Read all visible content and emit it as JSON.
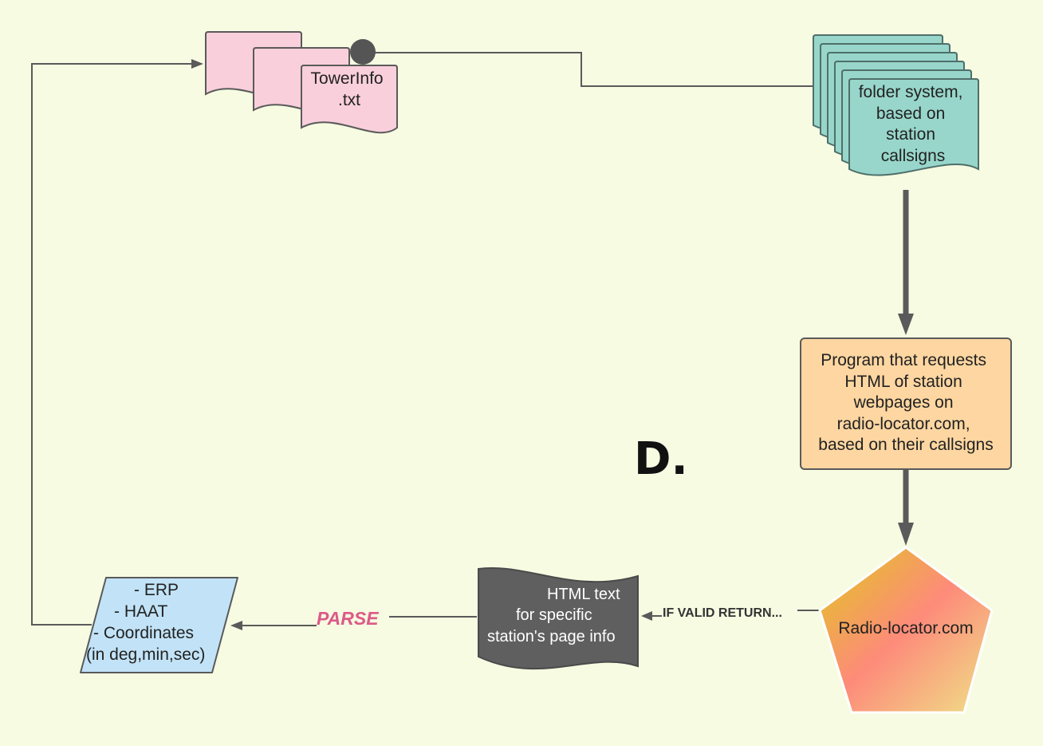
{
  "colors": {
    "background": "#f6fbe2",
    "tower_doc_fill": "#f9cfdc",
    "folder_fill": "#98d6cb",
    "program_fill": "#fdd6a1",
    "html_doc_fill": "#5f5f5f",
    "output_fill": "#c2e3f7",
    "line": "#5a5a5a",
    "parse_text": "#dd5a87",
    "pentagon_gradient": [
      "#e1c91d",
      "#fd8b7a",
      "#efe187"
    ]
  },
  "nodes": {
    "tower_doc": {
      "lines": [
        "TowerInfo",
        ".txt"
      ],
      "shape": "stacked-documents"
    },
    "folder": {
      "lines": [
        "folder system,",
        "based on",
        "station",
        "callsigns"
      ],
      "shape": "stacked-documents"
    },
    "program": {
      "lines": [
        "Program that  requests",
        "HTML of station",
        "webpages on",
        "radio-locator.com,",
        "based on their callsigns"
      ],
      "shape": "rounded-rectangle"
    },
    "site": {
      "label": "Radio-locator.com",
      "shape": "pentagon"
    },
    "html_text": {
      "lines": [
        "HTML text",
        "for specific",
        "station's page info"
      ],
      "shape": "wavy-document"
    },
    "output": {
      "lines": [
        "- ERP",
        "- HAAT",
        "- Coordinates",
        "(in deg,min,sec)"
      ],
      "shape": "parallelogram"
    }
  },
  "edges": {
    "if_valid": "IF VALID RETURN...",
    "parse": "PARSE"
  },
  "section_letter": "D."
}
